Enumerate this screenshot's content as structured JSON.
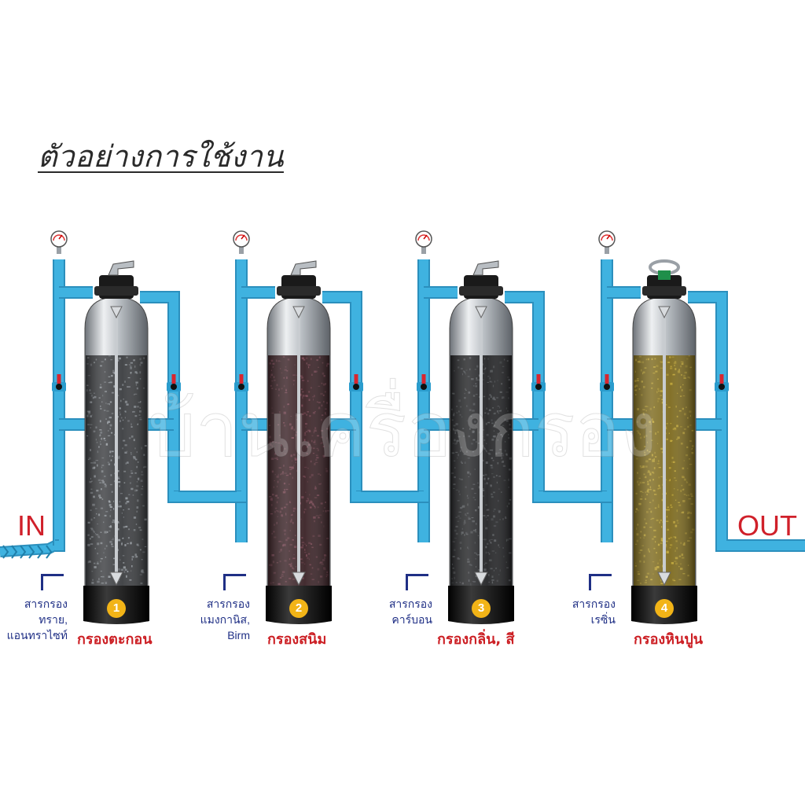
{
  "title": "ตัวอย่างการใช้งาน",
  "inlet_label": "IN",
  "outlet_label": "OUT",
  "filters": [
    {
      "number": "1",
      "media_lines": [
        "สารกรอง",
        "ทราย,",
        "แอนทราไซท์"
      ],
      "name": "กรองตะกอน",
      "media_color": "#3b3d40",
      "grain_color": "#9aa0a6",
      "valve": "lever"
    },
    {
      "number": "2",
      "media_lines": [
        "สารกรอง",
        "แมงกานิส,",
        "Birm"
      ],
      "name": "กรองสนิม",
      "media_color": "#3a2226",
      "grain_color": "#7a4552",
      "valve": "lever"
    },
    {
      "number": "3",
      "media_lines": [
        "สารกรอง",
        "คาร์บอน"
      ],
      "name": "กรองกลิ่น, สี",
      "media_color": "#232426",
      "grain_color": "#5d6064",
      "valve": "lever"
    },
    {
      "number": "4",
      "media_lines": [
        "สารกรอง",
        "เรซิ่น"
      ],
      "name": "กรองหินปูน",
      "media_color": "#7d6a1e",
      "grain_color": "#c9ad35",
      "valve": "wheel"
    }
  ],
  "watermark": "บ้านเครื่องกรอง",
  "colors": {
    "pipe": "#3fb2e0",
    "pipe_edge": "#2b8fbd",
    "valve_handle": "#d8262f",
    "label_red": "#cc1f24",
    "label_blue": "#1f2f85",
    "badge": "#f2b417",
    "tank_steel": "#bfc3c7",
    "tank_base": "#111111"
  }
}
